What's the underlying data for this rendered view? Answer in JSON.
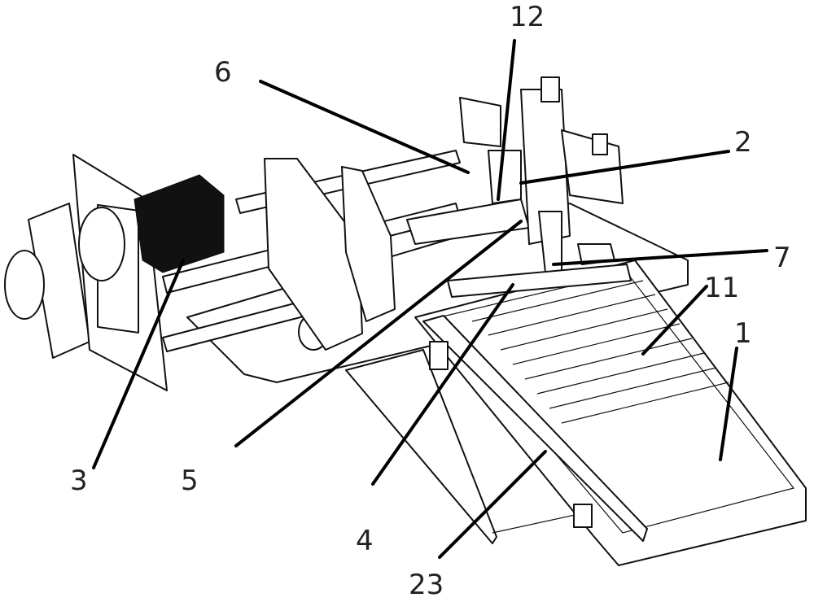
{
  "labels": {
    "l12": "12",
    "l6": "6",
    "l2": "2",
    "l7": "7",
    "l11": "11",
    "l1": "1",
    "l3": "3",
    "l5": "5",
    "l4": "4",
    "l23": "23"
  }
}
